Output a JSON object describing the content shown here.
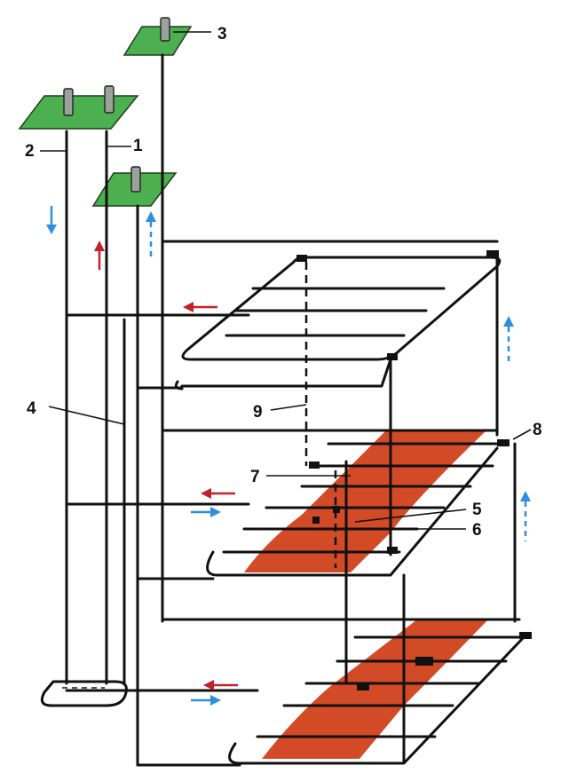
{
  "labels": {
    "l1": "1",
    "l2": "2",
    "l3": "3",
    "l4": "4",
    "l5": "5",
    "l6": "6",
    "l7": "7",
    "l8": "8",
    "l9": "9"
  },
  "colors": {
    "pad_green": "#4caf50",
    "arrow_red": "#c3212c",
    "arrow_blue": "#2e8fe0",
    "heated_zone": "#d24a26",
    "line": "#111111"
  }
}
